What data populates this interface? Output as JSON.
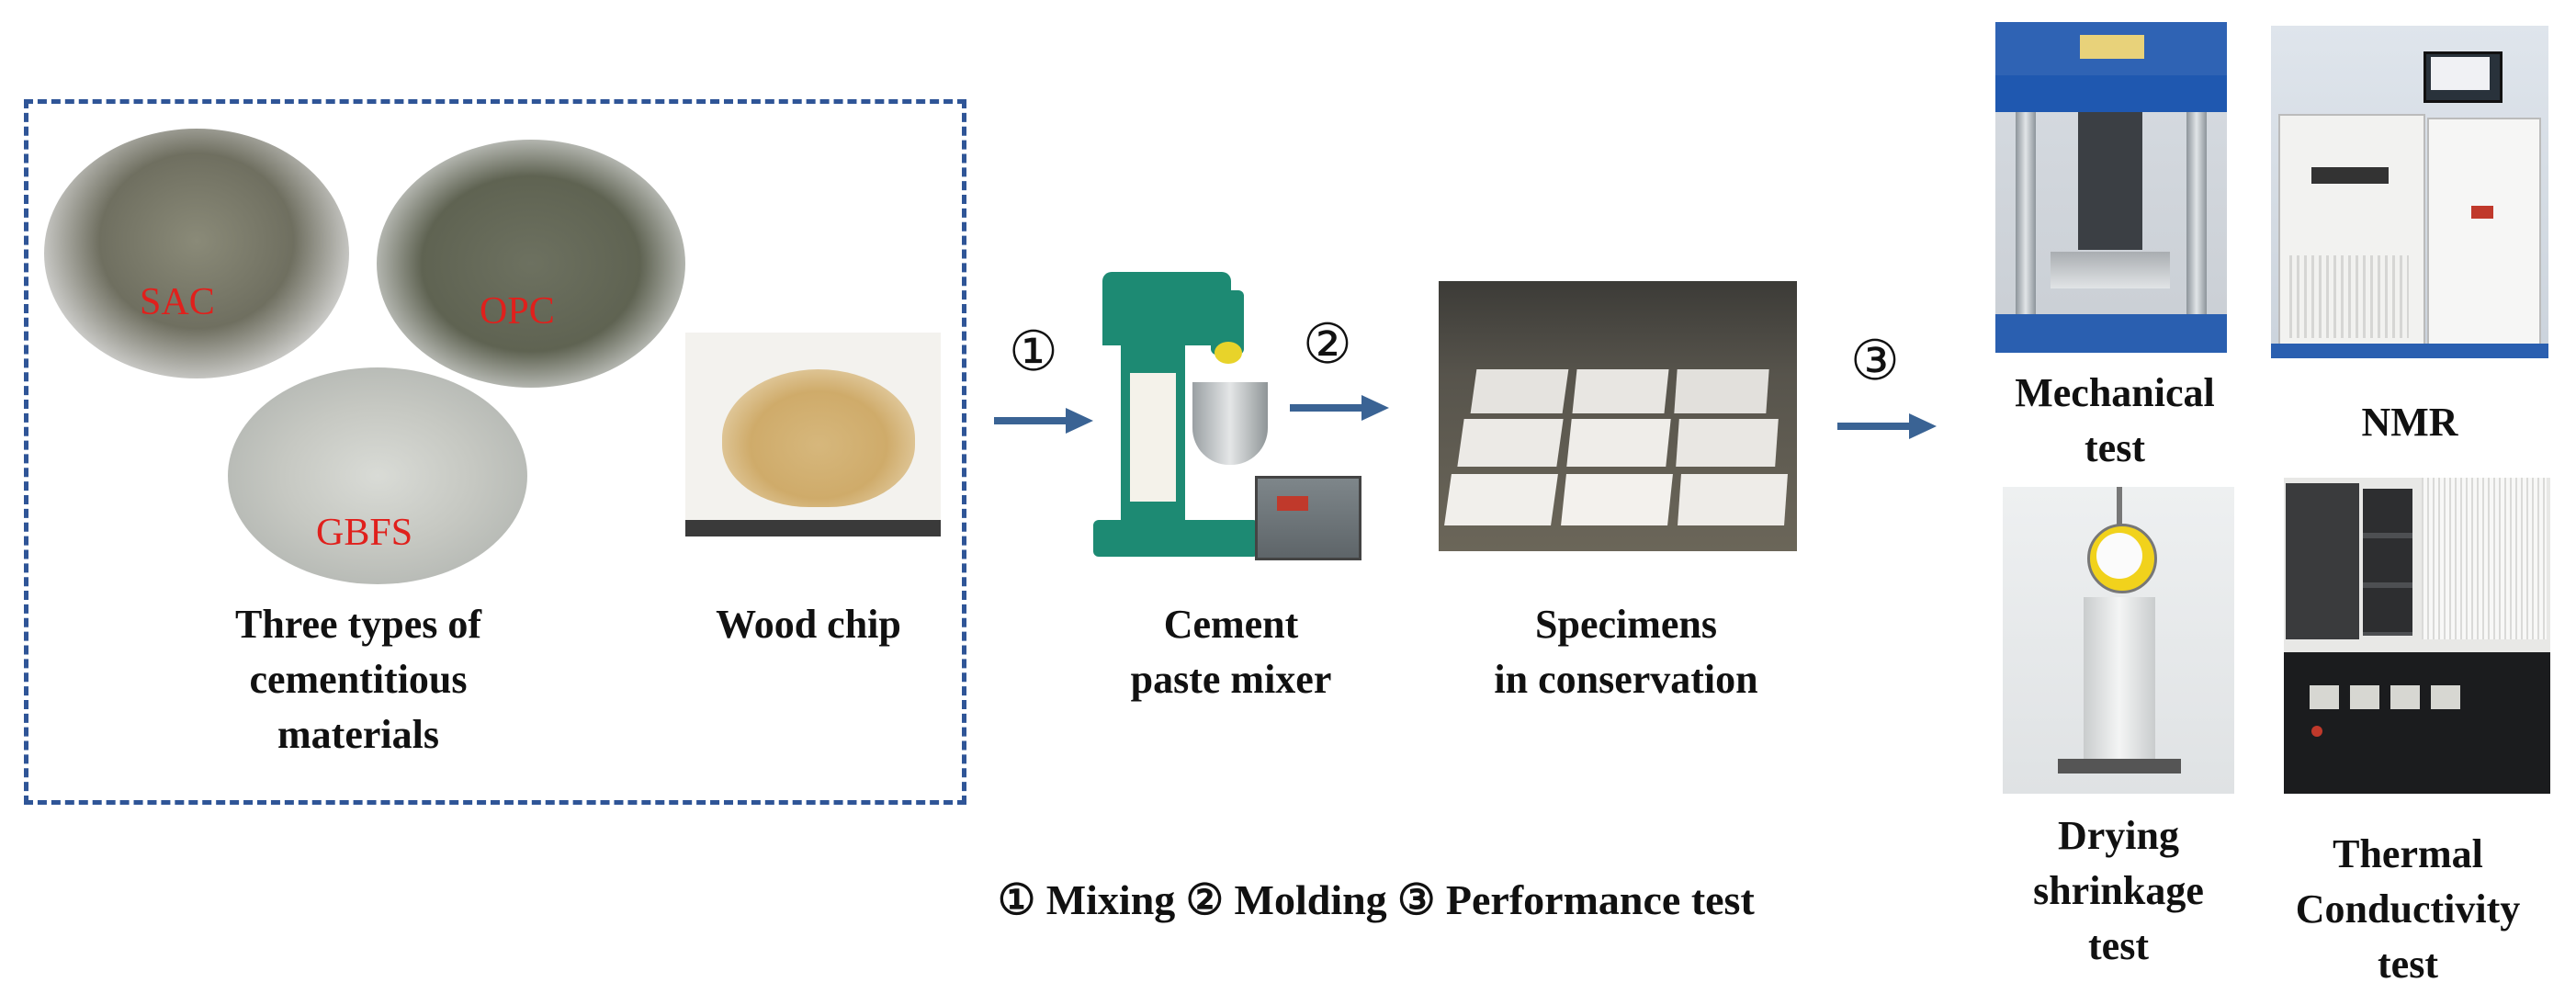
{
  "materials": {
    "sac_label": "SAC",
    "opc_label": "OPC",
    "gbfs_label": "GBFS",
    "group_caption_line1": "Three types of",
    "group_caption_line2": "cementitious",
    "group_caption_line3": "materials",
    "wood_caption": "Wood  chip"
  },
  "process": {
    "step1_symbol": "①",
    "step2_symbol": "②",
    "step3_symbol": "③",
    "mixer_caption_line1": "Cement",
    "mixer_caption_line2": "paste mixer",
    "specimen_caption_line1": "Specimens",
    "specimen_caption_line2": "in conservation"
  },
  "tests": {
    "mechanical_line1": "Mechanical",
    "mechanical_line2": "test",
    "nmr": "NMR",
    "drying_line1": "Drying",
    "drying_line2": "shrinkage",
    "drying_line3": "test",
    "thermal_line1": "Thermal",
    "thermal_line2": "Conductivity",
    "thermal_line3": "test"
  },
  "legend": "① Mixing ② Molding ③ Performance test",
  "colors": {
    "box_border": "#2f5597",
    "arrow": "#3a6394",
    "material_label": "#e0201c"
  }
}
